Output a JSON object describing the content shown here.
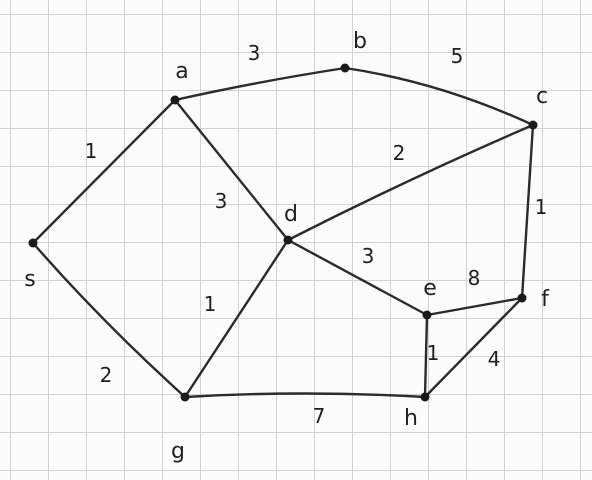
{
  "graph": {
    "nodes": [
      {
        "id": "a",
        "label": "a"
      },
      {
        "id": "b",
        "label": "b"
      },
      {
        "id": "c",
        "label": "c"
      },
      {
        "id": "d",
        "label": "d"
      },
      {
        "id": "e",
        "label": "e"
      },
      {
        "id": "f",
        "label": "f"
      },
      {
        "id": "g",
        "label": "g"
      },
      {
        "id": "h",
        "label": "h"
      },
      {
        "id": "s",
        "label": "s"
      }
    ],
    "edges": [
      {
        "from": "s",
        "to": "a",
        "weight": "1"
      },
      {
        "from": "s",
        "to": "g",
        "weight": "2"
      },
      {
        "from": "a",
        "to": "b",
        "weight": "3"
      },
      {
        "from": "a",
        "to": "d",
        "weight": "3"
      },
      {
        "from": "b",
        "to": "c",
        "weight": "5"
      },
      {
        "from": "c",
        "to": "d",
        "weight": "2"
      },
      {
        "from": "c",
        "to": "f",
        "weight": "1"
      },
      {
        "from": "d",
        "to": "e",
        "weight": "3"
      },
      {
        "from": "d",
        "to": "g",
        "weight": "1"
      },
      {
        "from": "e",
        "to": "f",
        "weight": "8"
      },
      {
        "from": "e",
        "to": "h",
        "weight": "1"
      },
      {
        "from": "f",
        "to": "h",
        "weight": "4"
      },
      {
        "from": "g",
        "to": "h",
        "weight": "7"
      }
    ]
  }
}
